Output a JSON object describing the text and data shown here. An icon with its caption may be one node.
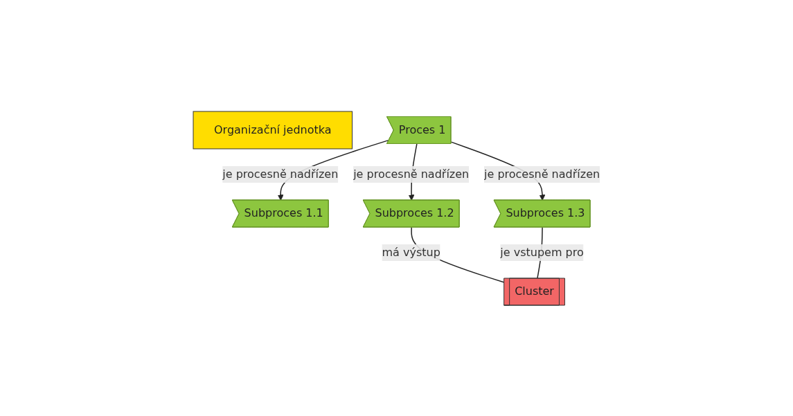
{
  "diagram": {
    "nodes": [
      {
        "text": [
          "Organizační jednotka"
        ]
      },
      {
        "text": [
          "Proces 1"
        ]
      },
      {
        "text": [
          "Subproces 1.1"
        ]
      },
      {
        "text": [
          "Subproces 1.2"
        ]
      },
      {
        "text": [
          "Subproces 1.3"
        ]
      },
      {
        "text": [
          "Cluster"
        ]
      }
    ],
    "edges": [
      {
        "from": 1,
        "to": 2,
        "arrow": "to",
        "label": "je procesně nadřízen"
      },
      {
        "from": 1,
        "to": 3,
        "arrow": "to",
        "label": "je procesně nadřízen"
      },
      {
        "from": 1,
        "to": 4,
        "arrow": "to",
        "label": "je procesně nadřízen"
      },
      {
        "from": 3,
        "to": 5,
        "arrow": "none",
        "label": "má výstup"
      },
      {
        "from": 4,
        "to": 5,
        "arrow": "none",
        "label": "je vstupem pro"
      }
    ]
  }
}
